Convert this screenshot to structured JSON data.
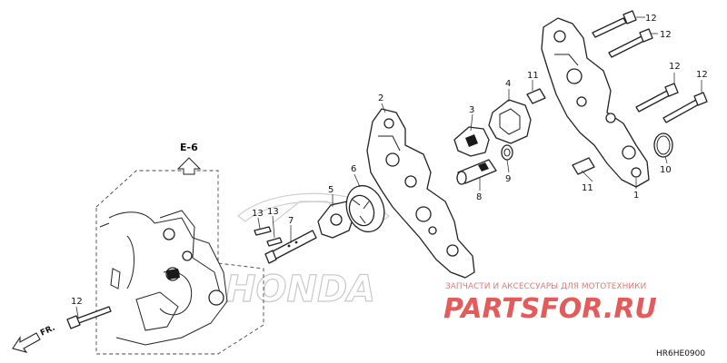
{
  "reference": {
    "label": "E-6"
  },
  "direction": {
    "label": "FR."
  },
  "diagram_code": "HR6HE0900",
  "watermark": {
    "subtitle": "ЗАПЧАСТИ И АКСЕССУАРЫ ДЛЯ МОТОТЕХНИКИ",
    "brand": "PARTSFOR.RU",
    "background_logo": "HONDA"
  },
  "callouts": [
    {
      "id": "c-12a",
      "text": "12"
    },
    {
      "id": "c-12b",
      "text": "12"
    },
    {
      "id": "c-12c",
      "text": "12"
    },
    {
      "id": "c-12d",
      "text": "12"
    },
    {
      "id": "c-12e",
      "text": "12"
    },
    {
      "id": "c-11a",
      "text": "11"
    },
    {
      "id": "c-11b",
      "text": "11"
    },
    {
      "id": "c-10",
      "text": "10"
    },
    {
      "id": "c-1",
      "text": "1"
    },
    {
      "id": "c-2",
      "text": "2"
    },
    {
      "id": "c-3",
      "text": "3"
    },
    {
      "id": "c-4",
      "text": "4"
    },
    {
      "id": "c-5",
      "text": "5"
    },
    {
      "id": "c-6",
      "text": "6"
    },
    {
      "id": "c-7",
      "text": "7"
    },
    {
      "id": "c-8",
      "text": "8"
    },
    {
      "id": "c-9",
      "text": "9"
    },
    {
      "id": "c-13a",
      "text": "13"
    },
    {
      "id": "c-13b",
      "text": "13"
    }
  ],
  "colors": {
    "line": "#222222",
    "watermark": "#e35b5b",
    "honda_logo": "#c9c9c9"
  }
}
